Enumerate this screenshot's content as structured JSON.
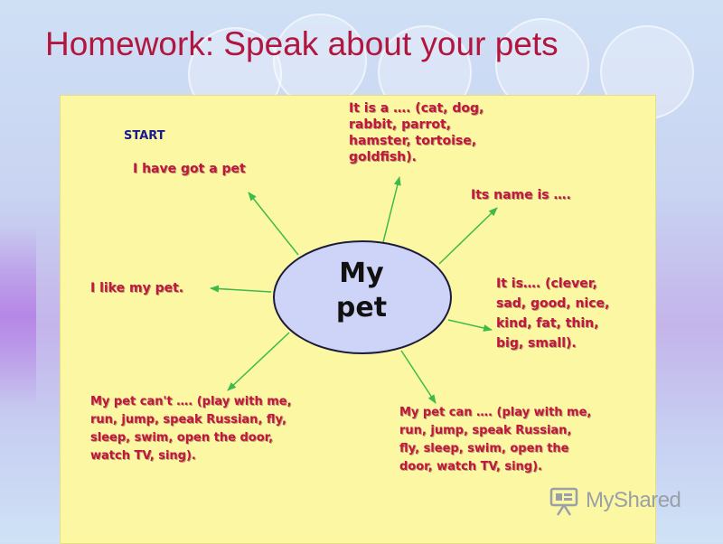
{
  "slide": {
    "title": "Homework: Speak about your pets"
  },
  "mindmap": {
    "start_label": "START",
    "center": [
      "My",
      "pet"
    ],
    "branches": [
      {
        "id": "have-pet",
        "lines": [
          "I have got a pet"
        ]
      },
      {
        "id": "it-is-a",
        "lines": [
          "It is a …. (cat, dog,",
          "rabbit, parrot,",
          "hamster, tortoise,",
          "goldfish)."
        ]
      },
      {
        "id": "its-name",
        "lines": [
          "Its name is …."
        ]
      },
      {
        "id": "it-is-adj",
        "lines": [
          "It is…. (clever,",
          "sad, good, nice,",
          "kind, fat, thin,",
          "big, small)."
        ]
      },
      {
        "id": "pet-can",
        "lines": [
          "My pet can …. (play with me,",
          "run, jump, speak Russian,",
          "fly, sleep, swim, open the",
          "door, watch TV, sing)."
        ]
      },
      {
        "id": "pet-cant",
        "lines": [
          "My pet can't …. (play with me,",
          "run, jump, speak Russian, fly,",
          "sleep, swim, open the door,",
          "watch TV, sing)."
        ]
      },
      {
        "id": "like-pet",
        "lines": [
          "I like my pet."
        ]
      }
    ]
  },
  "watermark": {
    "text": "MyShared",
    "icon": "presentation-board-icon"
  },
  "colors": {
    "title": "#b2163f",
    "label": "#c0163f",
    "start": "#1a1a8c",
    "panel": "#fbf7a3",
    "ellipse_fill": "#cdd4f7",
    "arrow": "#3dbb4a"
  }
}
